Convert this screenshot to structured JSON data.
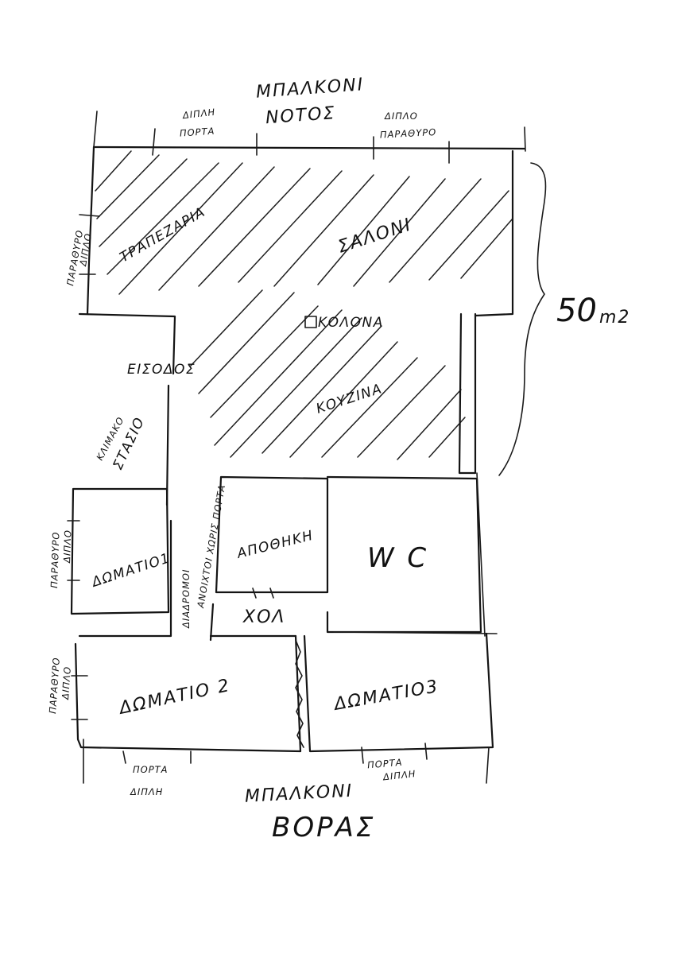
{
  "labels": {
    "balcony_south_1": "ΜΠΑΛΚΟΝΙ",
    "balcony_south_2": "ΝΟΤΟΣ",
    "double_door_top_1": "ΔΙΠΛΗ",
    "double_door_top_2": "ΠΟΡΤΑ",
    "double_window_top_1": "ΔΙΠΛΟ",
    "double_window_top_2": "ΠΑΡΑΘΥΡΟ",
    "window_left_top_1": "ΠΑΡΑΘΥΡΟ",
    "window_left_top_2": "ΔΙΠΛΟ",
    "dining": "ΤΡΑΠΕΖΑΡΙΑ",
    "living": "ΣΑΛΟΝΙ",
    "column": "ΚΟΛΟΝΑ",
    "kitchen": "ΚΟΥΖΙΝΑ",
    "entrance": "ΕΙΣΟΔΟΣ",
    "stairwell_1": "ΚΛΙΜΑΚΟ",
    "stairwell_2": "ΣΤΑΣΙΟ",
    "corridor_door_1": "ΔΙΑΔΡΟΜΟΙ",
    "corridor_door_2": "ΑΝΟΙΧΤΟΙ ΧΩΡΙΣ ΠΟΡΤΑ",
    "storage": "ΑΠΟΘΗΚΗ",
    "wc": "W C",
    "hall": "ΧΟΛ",
    "room1": "ΔΩΜΑΤΙΟ1",
    "room2": "ΔΩΜΑΤΙΟ 2",
    "room3": "ΔΩΜΑΤΙΟ3",
    "window_room1_1": "ΠΑΡΑΘΥΡΟ",
    "window_room1_2": "ΔΙΠΛΟ",
    "window_room2_1": "ΠΑΡΑΘΥΡΟ",
    "window_room2_2": "ΔΙΠΛΟ",
    "door_bottom_left_1": "ΠΟΡΤΑ",
    "door_bottom_left_2": "ΔΙΠΛΗ",
    "door_bottom_right_1": "ΠΟΡΤΑ",
    "door_bottom_right_2": "ΔΙΠΛΗ",
    "balcony_north_1": "ΜΠΑΛΚΟΝΙ",
    "balcony_north_2": "ΒΟΡΑΣ",
    "area_value": "50",
    "area_unit": "m2"
  }
}
